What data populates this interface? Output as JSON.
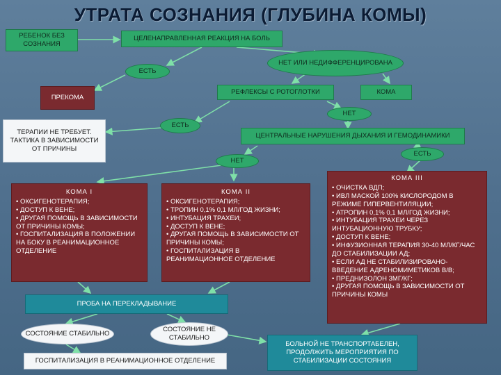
{
  "title": "УТРАТА СОЗНАНИЯ (ГЛУБИНА КОМЫ)",
  "nodes": {
    "unconscious": "РЕБЕНОК БЕЗ СОЗНАНИЯ",
    "pain_response": "ЦЕЛЕНАПРАВЛЕННАЯ РЕАКЦИЯ НА БОЛЬ",
    "no_or_undiff": "НЕТ ИЛИ НЕДИФФЕРЕНЦИРОВАНА",
    "yes_1": "ЕСТЬ",
    "precoma": "ПРЕКОМА",
    "pharynx_reflex": "РЕФЛЕКСЫ С РОТОГЛОТКИ",
    "coma": "КОМА",
    "no_1": "НЕТ",
    "no_therapy": "ТЕРАПИИ НЕ ТРЕБУЕТ. ТАКТИКА В ЗАВИСИМОСТИ ОТ ПРИЧИНЫ",
    "yes_2": "ЕСТЬ",
    "central_disorders": "ЦЕНТРАЛЬНЫЕ НАРУШЕНИЯ ДЫХАНИЯ И ГЕМОДИНАМИКИ",
    "no_2": "НЕТ",
    "yes_3": "ЕСТЬ",
    "position_test": "ПРОБА НА ПЕРЕКЛАДЫВАНИЕ",
    "stable": "СОСТОЯНИЕ СТАБИЛЬНО",
    "unstable": "СОСТОЯНИЕ НЕ СТАБИЛЬНО",
    "icu": "ГОСПИТАЛИЗАЦИЯ В РЕАНИМАЦИОННОЕ ОТДЕЛЕНИЕ",
    "not_transportable": "БОЛЬНОЙ НЕ ТРАНСПОРТАБЕЛЕН, ПРОДОЛЖИТЬ МЕРОПРИЯТИЯ ПО СТАБИЛИЗАЦИИ СОСТОЯНИЯ"
  },
  "coma1": {
    "heading": "КОМА I",
    "items": [
      "ОКСИГЕНОТЕРАПИЯ;",
      "ДОСТУП К ВЕНЕ;",
      "ДРУГАЯ ПОМОЩЬ В ЗАВИСИМОСТИ ОТ ПРИЧИНЫ КОМЫ;",
      "ГОСПИТАЛИЗАЦИЯ В ПОЛОЖЕНИИ НА БОКУ В РЕАНИМАЦИОННОЕ ОТДЕЛЕНИЕ"
    ]
  },
  "coma2": {
    "heading": "КОМА II",
    "items": [
      "ОКСИГЕНОТЕРАПИЯ;",
      "ТРОПИН 0,1% 0,1 МЛ/ГОД ЖИЗНИ;",
      "ИНТУБАЦИЯ ТРАХЕИ;",
      "ДОСТУП К ВЕНЕ;",
      "ДРУГАЯ ПОМОЩЬ В ЗАВИСИМОСТИ ОТ ПРИЧИНЫ КОМЫ;",
      "ГОСПИТАЛИЗАЦИЯ В РЕАНИМАЦИОННОЕ ОТДЕЛЕНИЕ"
    ]
  },
  "coma3": {
    "heading": "КОМА III",
    "items": [
      "ОЧИСТКА ВДП;",
      "ИВЛ МАСКОЙ 100% КИСЛОРОДОМ В РЕЖИМЕ ГИПЕРВЕНТИЛЯЦИИ;",
      "АТРОПИН 0,1% 0,1 МЛ/ГОД ЖИЗНИ;",
      "ИНТУБАЦИЯ ТРАХЕИ ЧЕРЕЗ ИНТУБАЦИОННУЮ ТРУБКУ;",
      "ДОСТУП К ВЕНЕ;",
      "ИНФУЗИОННАЯ ТЕРАПИЯ 30-40 МЛ/КГ/ЧАС ДО СТАБИЛИЗАЦИИ АД;",
      "ЕСЛИ АД НЕ СТАБИЛИЗИРОВАНО- ВВЕДЕНИЕ АДРЕНОМИМЕТИКОВ В/В;",
      "ПРЕДНИЗОЛОН 3МГ/КГ;",
      "ДРУГАЯ ПОМОЩЬ В ЗАВИСИМОСТИ ОТ ПРИЧИНЫ КОМЫ"
    ]
  },
  "colors": {
    "background": "#4f6f8d",
    "green": "#2ea86a",
    "maroon": "#7a2a2f",
    "teal": "#1f8a9a",
    "connector": "#7fe0a8"
  }
}
